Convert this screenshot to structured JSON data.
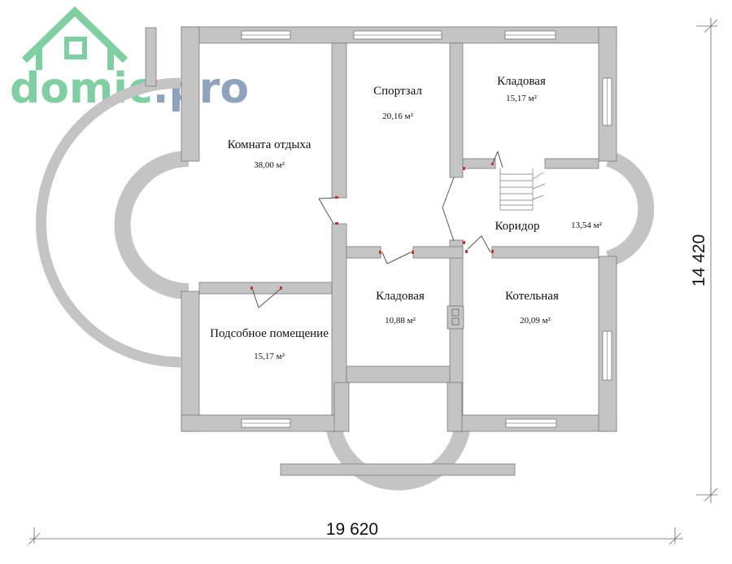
{
  "logo": {
    "name": "domic",
    "tld": ".pro",
    "colors": {
      "house": "#7fcfa2",
      "name": "#7fcfa2",
      "tld": "#8fa3bd"
    }
  },
  "rooms": [
    {
      "id": "rest",
      "name": "Комната отдыха",
      "area": "38,00 м²"
    },
    {
      "id": "gym",
      "name": "Спортзал",
      "area": "20,16 м²"
    },
    {
      "id": "pantry1",
      "name": "Кладовая",
      "area": "15,17 м²"
    },
    {
      "id": "corridor",
      "name": "Коридор",
      "area": "13,54 м²"
    },
    {
      "id": "utility",
      "name": "Подсобное помещение",
      "area": "15,17 м²"
    },
    {
      "id": "pantry2",
      "name": "Кладовая",
      "area": "10,88 м²"
    },
    {
      "id": "boiler",
      "name": "Котельная",
      "area": "20,09 м²"
    }
  ],
  "dimensions": {
    "width": "19 620",
    "height": "14 420"
  },
  "colors": {
    "wall": "#c4c4c4",
    "door_mark": "#c0392b"
  }
}
